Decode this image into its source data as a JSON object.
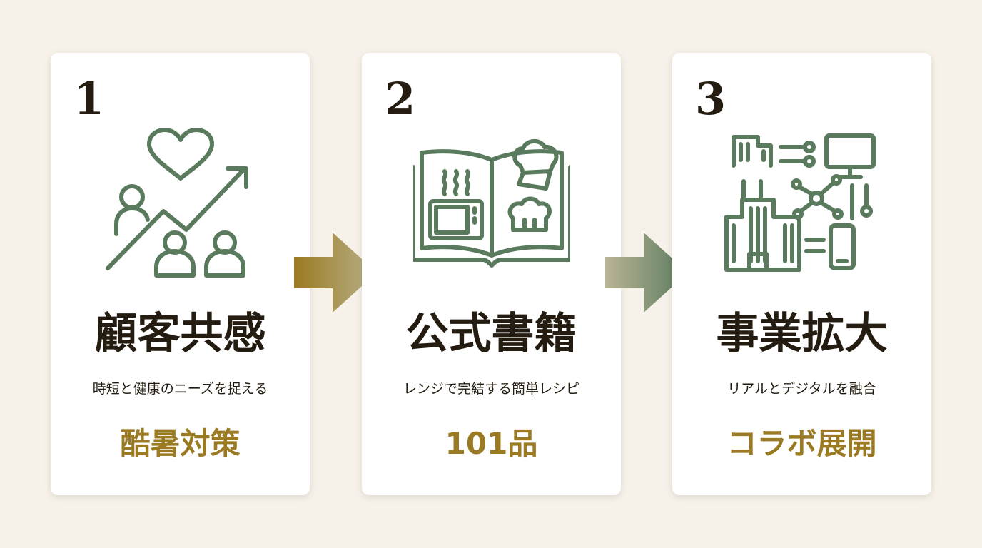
{
  "cards": [
    {
      "number": "1",
      "icon": "customer-empathy-icon",
      "title": "顧客共感",
      "description": "時短と健康のニーズを捉える",
      "highlight": "酷暑対策"
    },
    {
      "number": "2",
      "icon": "recipe-book-icon",
      "title": "公式書籍",
      "description": "レンジで完結する簡単レシピ",
      "highlight": "101品"
    },
    {
      "number": "3",
      "icon": "business-network-icon",
      "title": "事業拡大",
      "description": "リアルとデジタルを融合",
      "highlight": "コラボ展開"
    }
  ],
  "colors": {
    "background": "#f6f2e9",
    "card": "#ffffff",
    "icon_stroke": "#5a7a5e",
    "text_dark": "#241c10",
    "accent_gold": "#9a7a22",
    "arrow_start": "#9a7a22",
    "arrow_end": "#5a7a5e"
  }
}
